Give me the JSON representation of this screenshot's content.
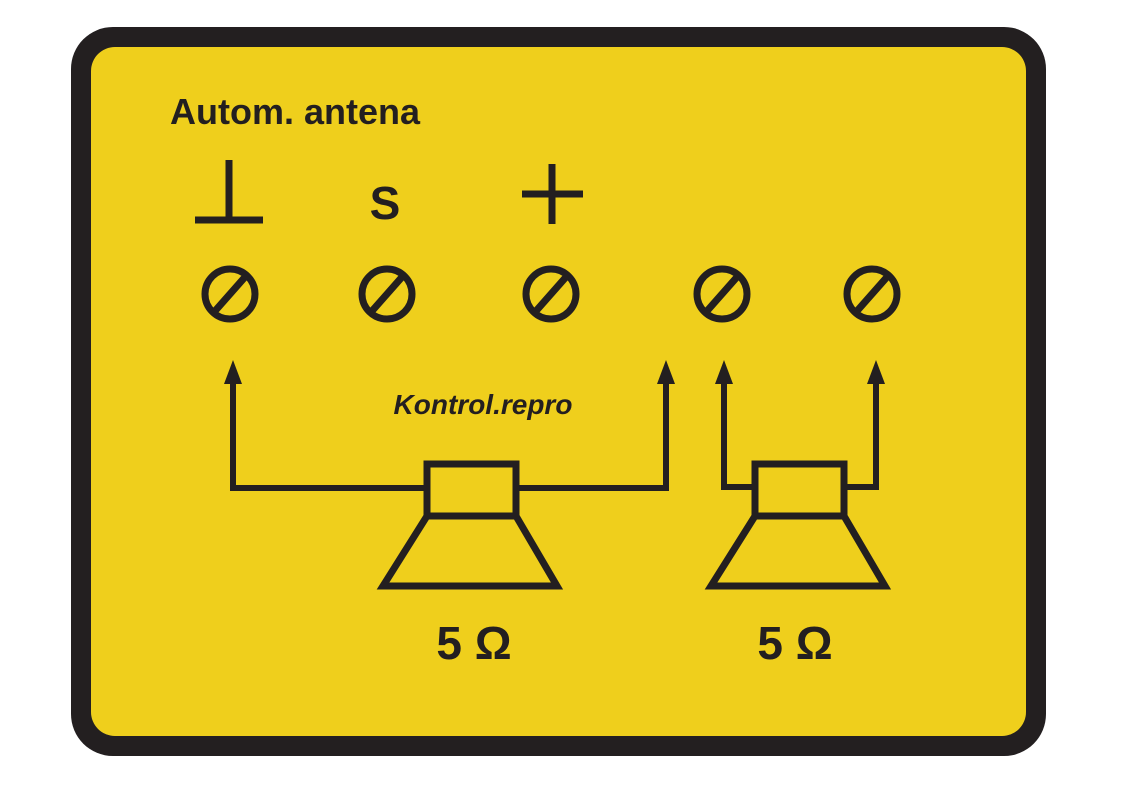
{
  "title": "Autom. antena",
  "symbols": {
    "ground": "ground-symbol",
    "signal": "S",
    "plus": "plus-symbol"
  },
  "subtitle": "Kontrol.repro",
  "speakers": [
    {
      "impedance": "5 Ω"
    },
    {
      "impedance": "5 Ω"
    }
  ],
  "colors": {
    "panel": "#efcf1c",
    "border": "#231f20",
    "ink": "#231f20"
  }
}
